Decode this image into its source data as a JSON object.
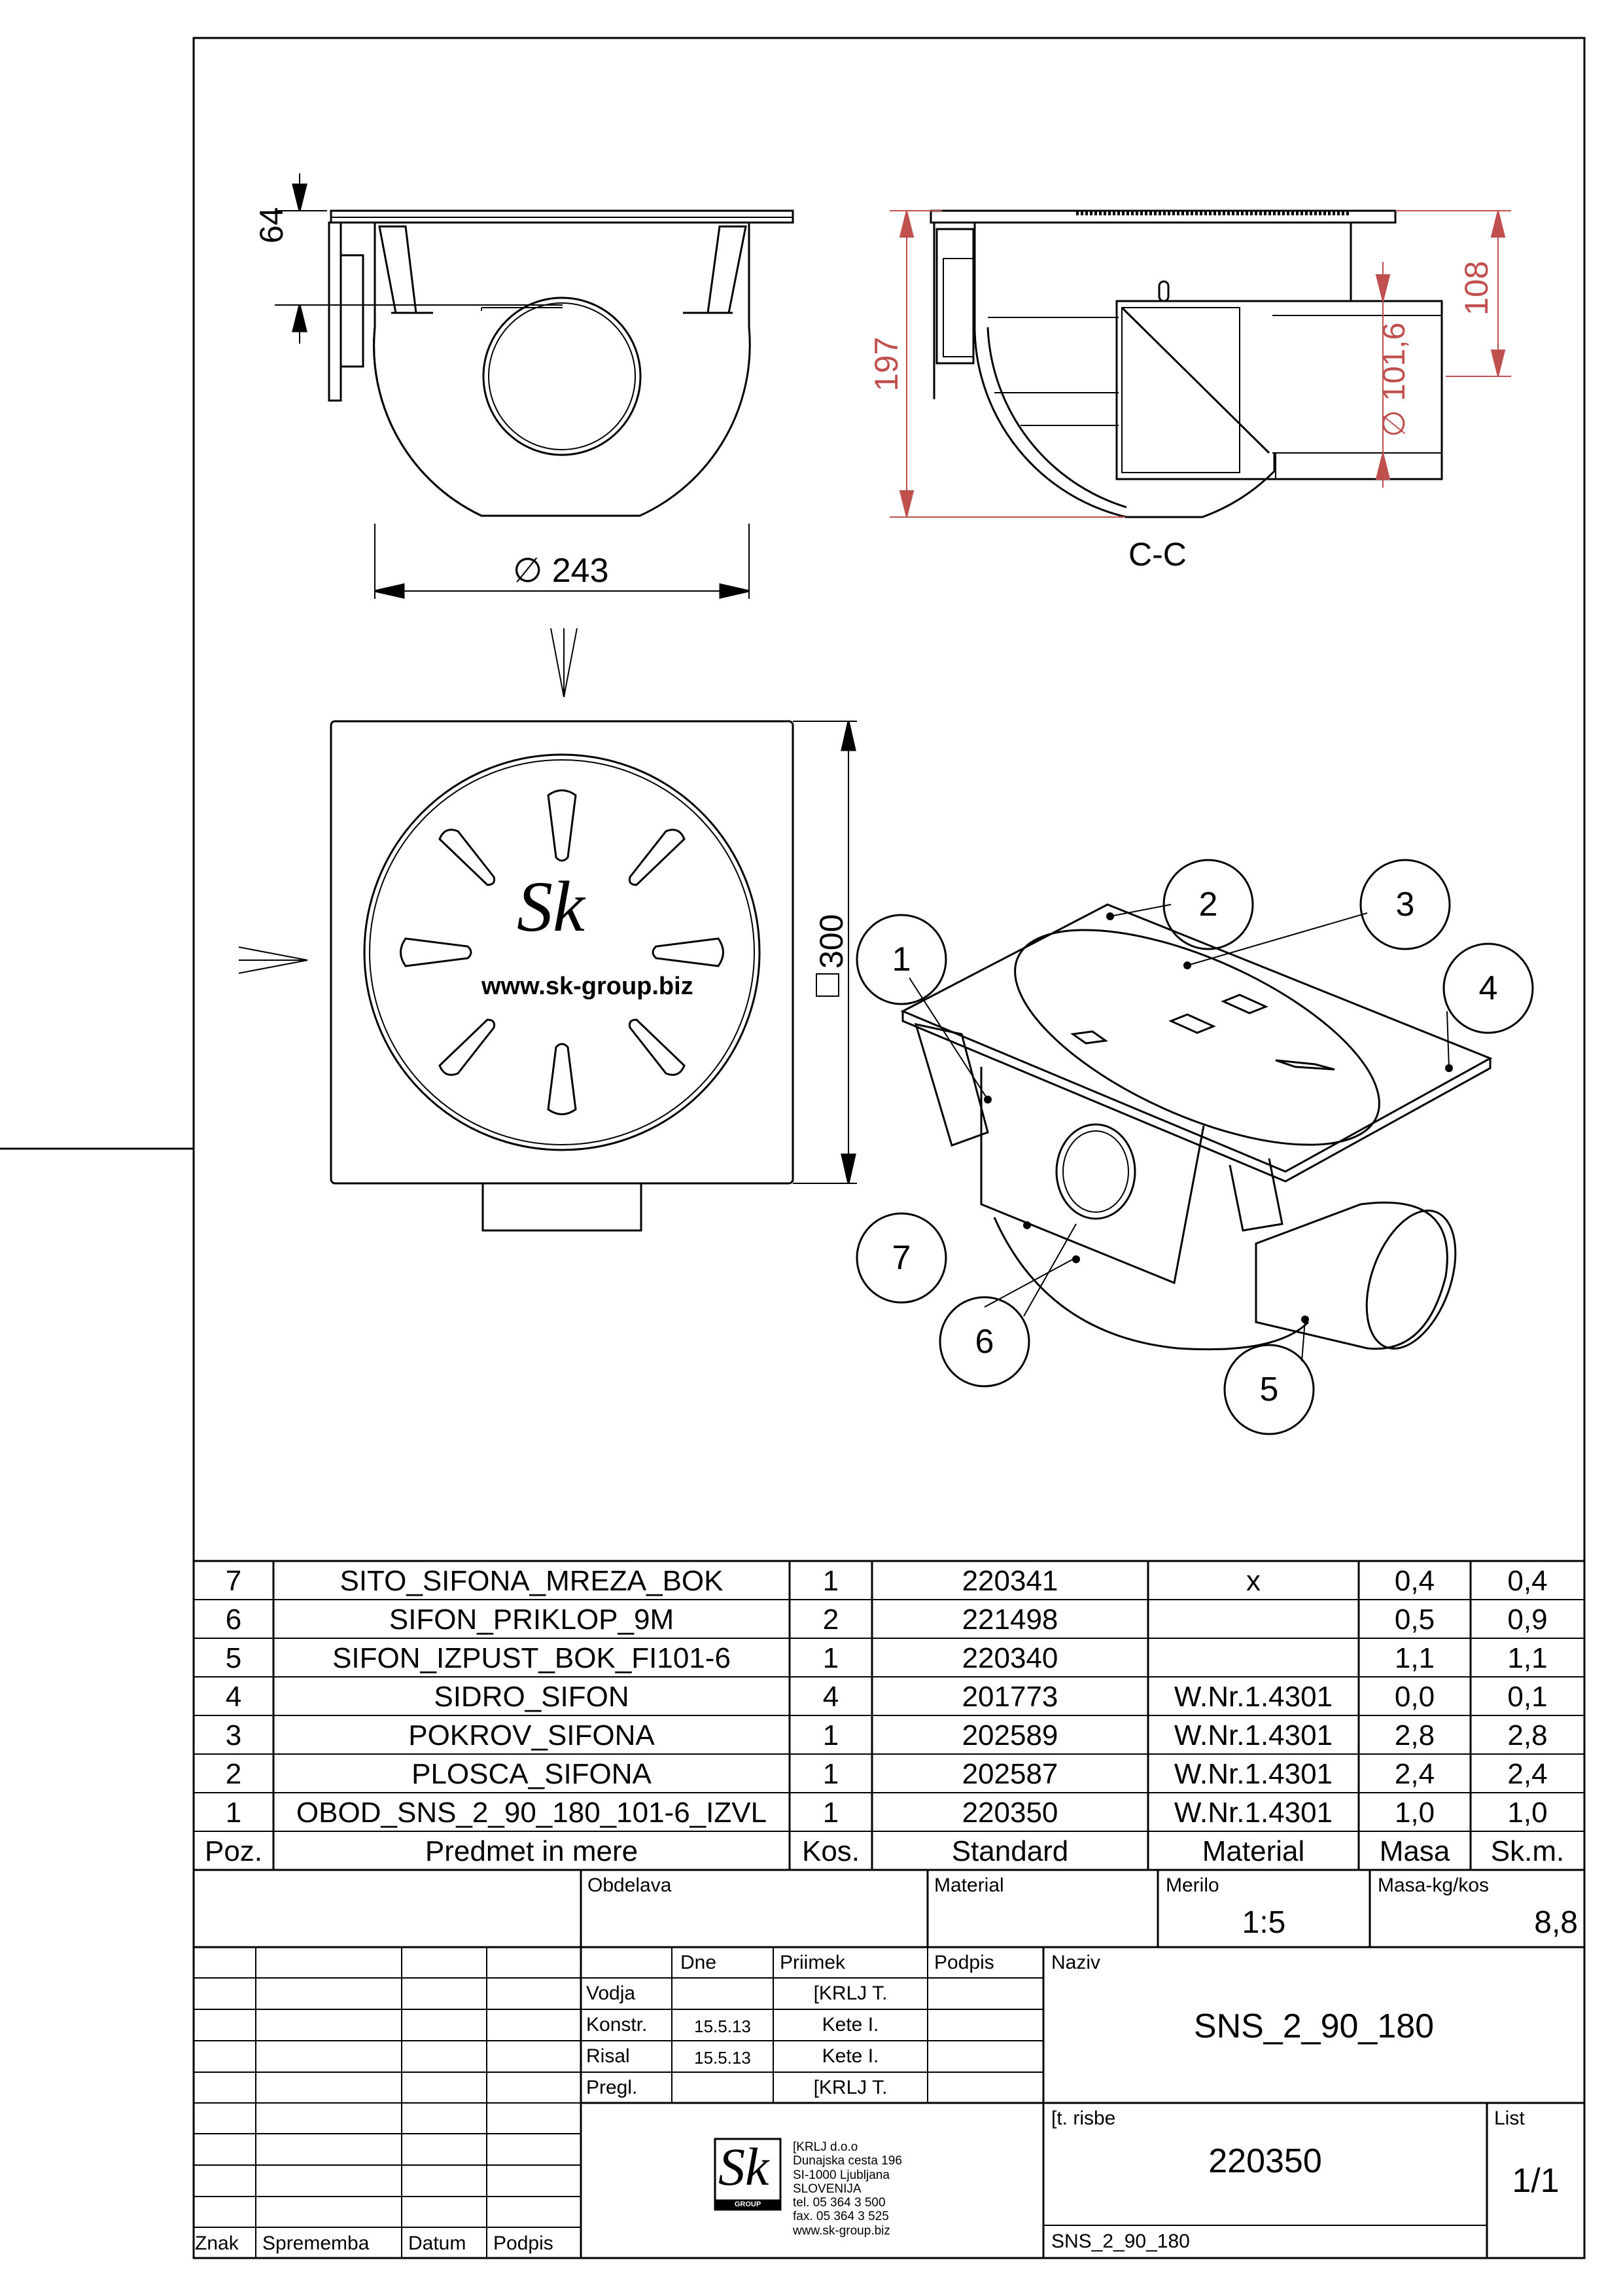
{
  "dimensions": {
    "height_64": "64",
    "diameter_243": "∅ 243",
    "height_197": "197",
    "diameter_101_6": "∅ 101,6",
    "height_108": "108",
    "square_300": "300",
    "section_label": "C-C"
  },
  "logo": {
    "text": "Sk",
    "url": "www.sk-group.biz",
    "group": "GROUP"
  },
  "callouts": [
    "1",
    "2",
    "3",
    "4",
    "5",
    "6",
    "7"
  ],
  "bom": {
    "headers": [
      "Poz.",
      "Predmet in mere",
      "Kos.",
      "Standard",
      "Material",
      "Masa",
      "Sk.m."
    ],
    "rows": [
      [
        "7",
        "SITO_SIFONA_MREZA_BOK",
        "1",
        "220341",
        "x",
        "0,4",
        "0,4"
      ],
      [
        "6",
        "SIFON_PRIKLOP_9M",
        "2",
        "221498",
        "",
        "0,5",
        "0,9"
      ],
      [
        "5",
        "SIFON_IZPUST_BOK_FI101-6",
        "1",
        "220340",
        "",
        "1,1",
        "1,1"
      ],
      [
        "4",
        "SIDRO_SIFON",
        "4",
        "201773",
        "W.Nr.1.4301",
        "0,0",
        "0,1"
      ],
      [
        "3",
        "POKROV_SIFONA",
        "1",
        "202589",
        "W.Nr.1.4301",
        "2,8",
        "2,8"
      ],
      [
        "2",
        "PLOSCA_SIFONA",
        "1",
        "202587",
        "W.Nr.1.4301",
        "2,4",
        "2,4"
      ],
      [
        "1",
        "OBOD_SNS_2_90_180_101-6_IZVL",
        "1",
        "220350",
        "W.Nr.1.4301",
        "1,0",
        "1,0"
      ]
    ]
  },
  "title_block": {
    "obdelava_label": "Obdelava",
    "material_label": "Material",
    "merilo_label": "Merilo",
    "merilo_value": "1:5",
    "masa_label": "Masa-kg/kos",
    "masa_value": "8,8",
    "col_dne": "Dne",
    "col_priimek": "Priimek",
    "col_podpis": "Podpis",
    "naziv_label": "Naziv",
    "naziv_value": "SNS_2_90_180",
    "roles": [
      {
        "role": "Vodja",
        "date": "",
        "name": "[KRLJ T."
      },
      {
        "role": "Konstr.",
        "date": "15.5.13",
        "name": "Kete I."
      },
      {
        "role": "Risal",
        "date": "15.5.13",
        "name": "Kete I."
      },
      {
        "role": "Pregl.",
        "date": "",
        "name": "[KRLJ T."
      }
    ],
    "revision_headers": [
      "Znak",
      "Sprememba",
      "Datum",
      "Podpis"
    ],
    "company_address": "[KRLJ d.o.o\nDunajska cesta 196\nSI-1000 Ljubljana\nSLOVENIJA\ntel. 05 364 3 500\nfax. 05 364 3 525\nwww.sk-group.biz",
    "st_risbe_label": "[t. risbe",
    "st_risbe_value": "220350",
    "list_label": "List",
    "list_value": "1/1",
    "footer_name": "SNS_2_90_180"
  }
}
